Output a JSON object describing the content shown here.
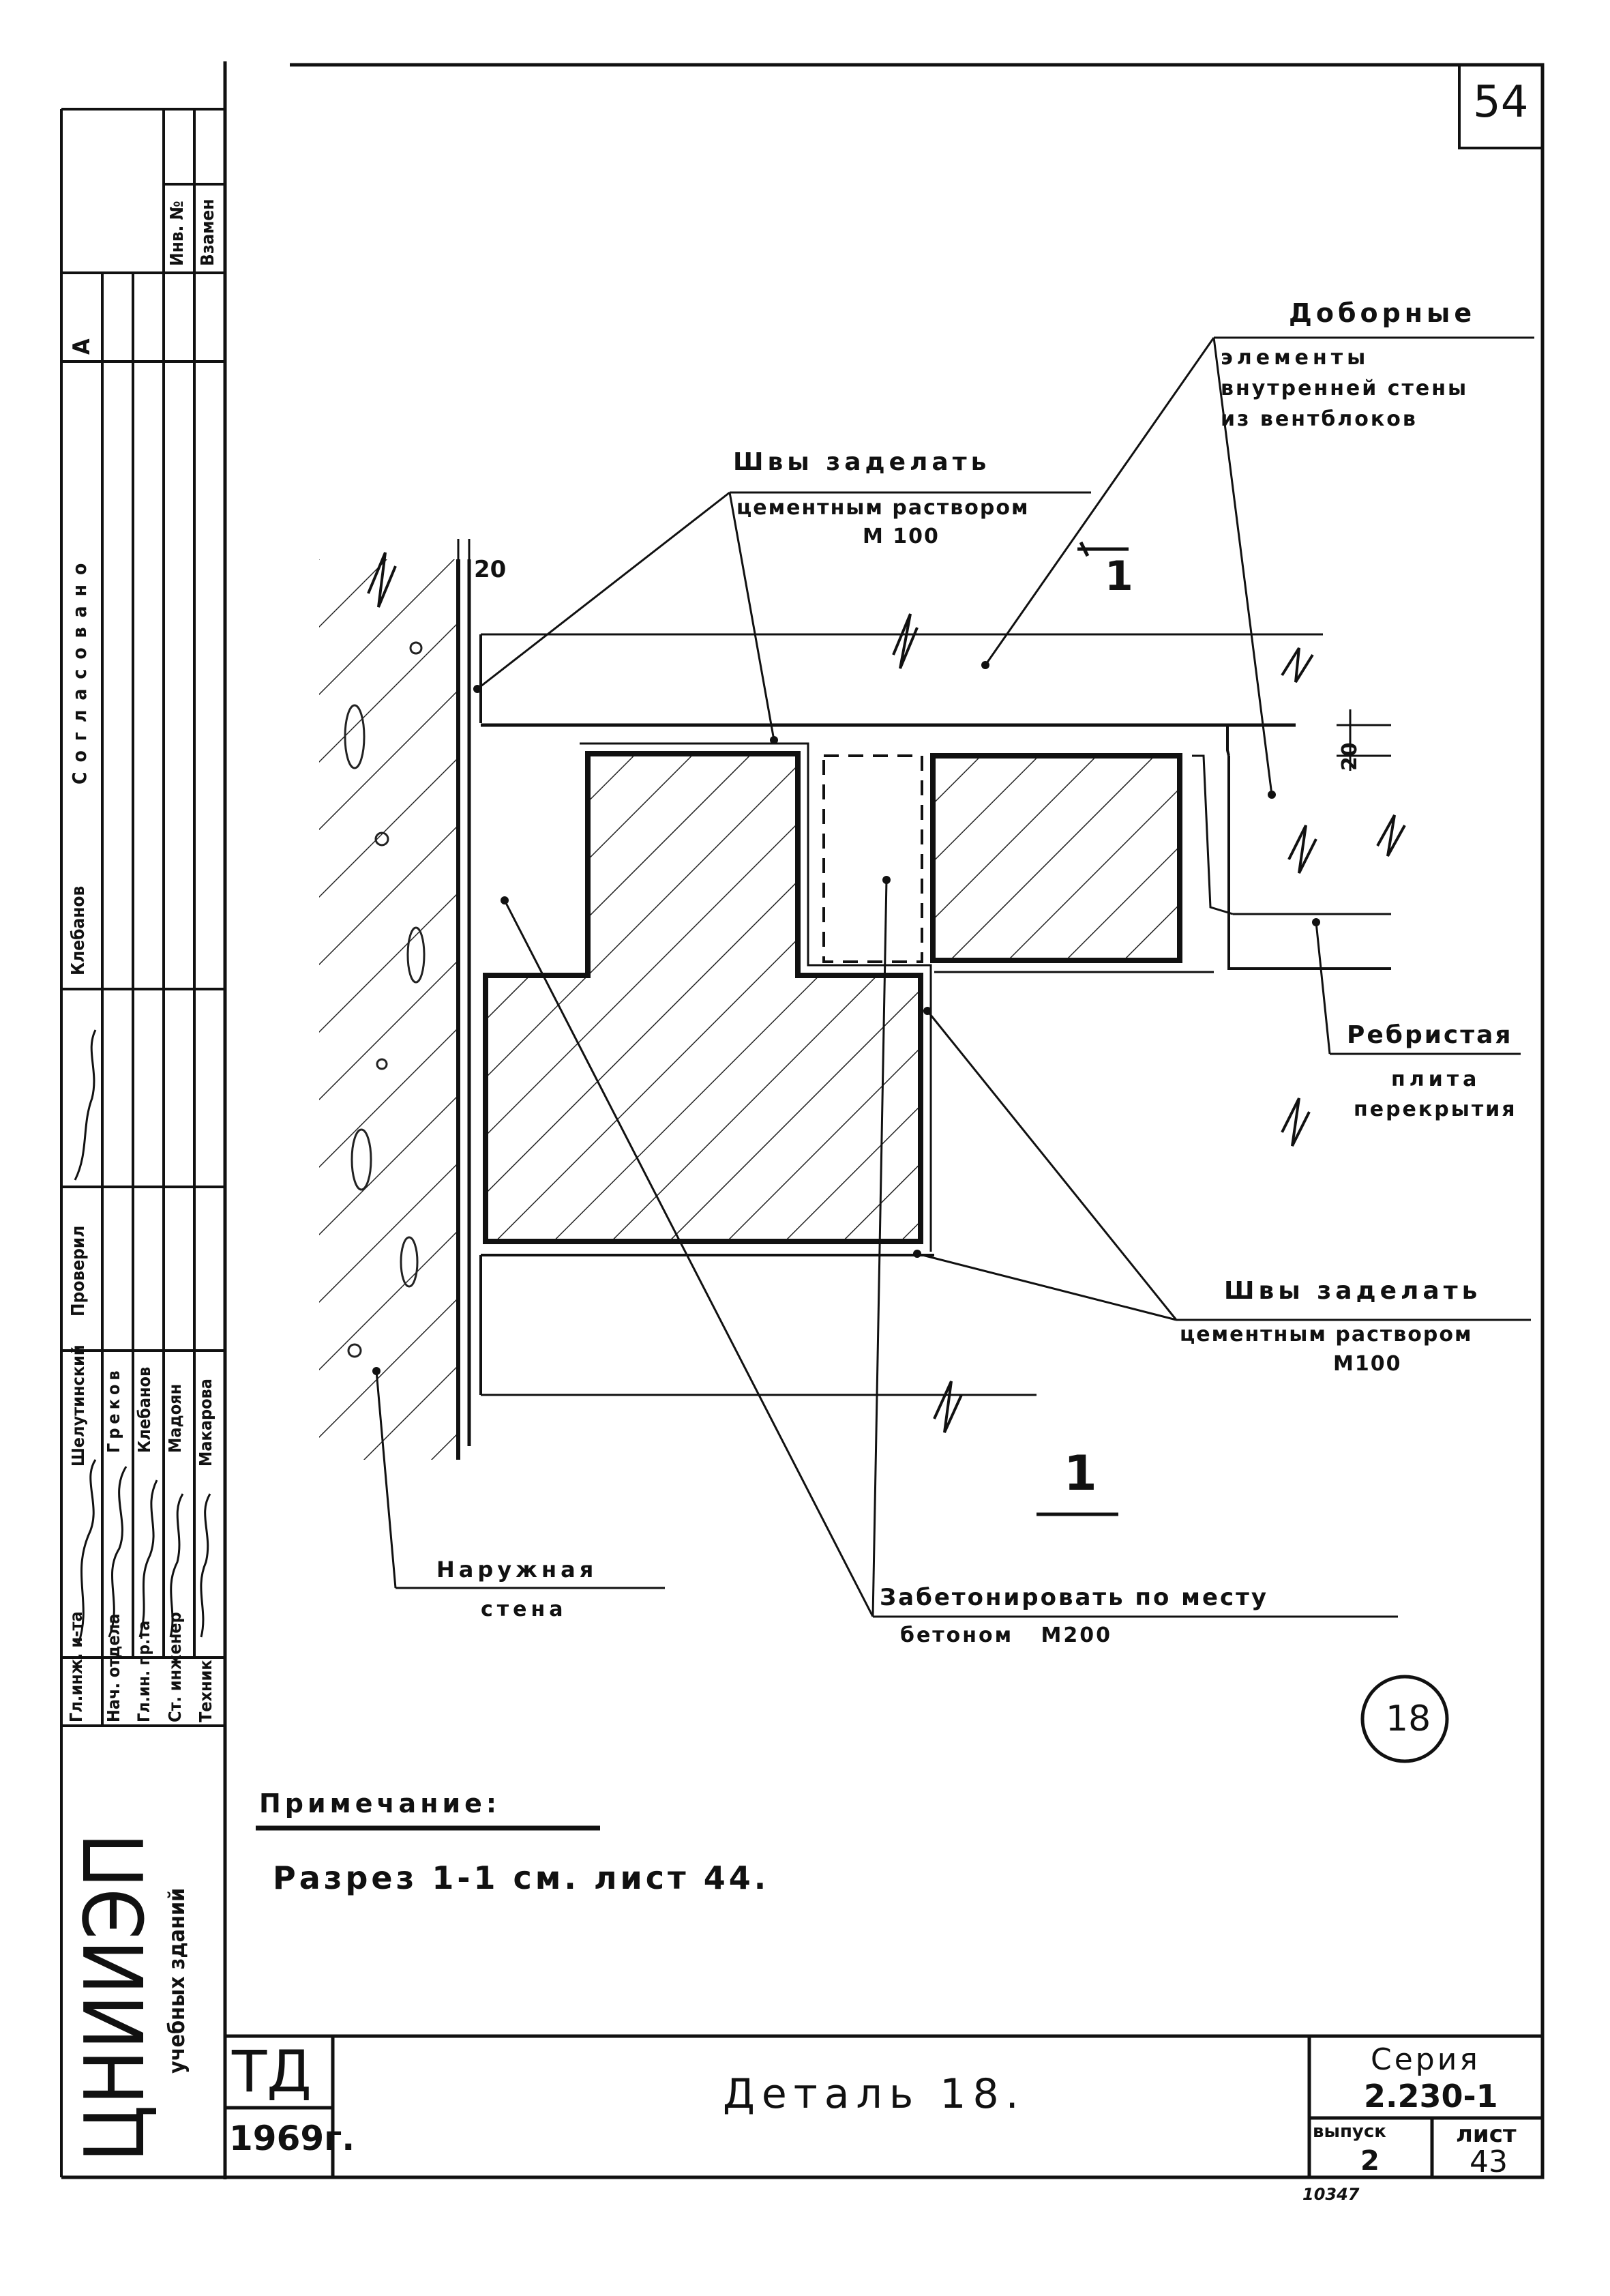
{
  "sheet_number_top": "54",
  "labels": {
    "dobornye": [
      "Доборные",
      "элементы",
      "внутренней стены",
      "из вентблоков"
    ],
    "seams_top": [
      "Швы заделать",
      "цементным раствором",
      "М 100"
    ],
    "seams_bottom": [
      "Швы заделать",
      "цементным раствором",
      "М100"
    ],
    "slab": [
      "Ребристая",
      "плита",
      "перекрытия"
    ],
    "wall": [
      "Наружная",
      "стена"
    ],
    "concrete": [
      "Забетонировать по месту",
      "бетоном   М200"
    ],
    "dim_20_top": "20",
    "dim_20_right": "20",
    "section_top": "1",
    "section_bottom": "1",
    "detail_circle": "18"
  },
  "note": {
    "heading": "Примечание:",
    "text": "Разрез 1-1 см. лист 44."
  },
  "title_block": {
    "td": "ТД",
    "year": "1969г.",
    "title": "Деталь 18.",
    "series_label": "Серия",
    "series_value": "2.230-1",
    "issue_label": "выпуск",
    "issue_value": "2",
    "sheet_label": "лист",
    "sheet_value": "43",
    "bottom_number": "10347"
  },
  "stamp": {
    "org_name": "ЦНИИЭП",
    "org_sub": "учебных зданий",
    "roles": [
      "Гл.инж. и-та",
      "Нач. отдела",
      "Гл.ин. пр.та",
      "Ст. инженер",
      "Техник"
    ],
    "names": [
      "Шелутинский",
      "Греков",
      "Клебанов",
      "Мадоян",
      "Макарова"
    ],
    "checked": "Проверил",
    "checked_name": "Клебанов",
    "agreed": "Согласовано",
    "letter": "А",
    "inv": "Инв. №",
    "replace": "Взамен"
  }
}
